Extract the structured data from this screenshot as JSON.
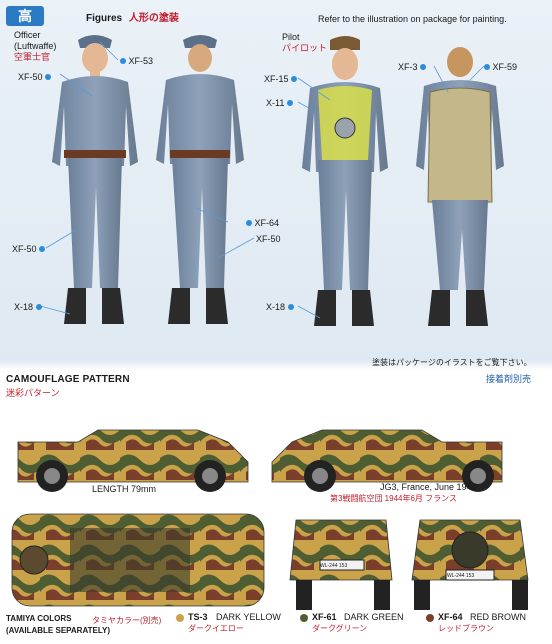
{
  "header": {
    "logo_text": "高",
    "figures_label": "Figures",
    "figures_jp": "人形の塗装",
    "refer_note": "Refer to the illustration on package for painting."
  },
  "officer": {
    "label": "Officer",
    "sub": "(Luftwaffe)",
    "jp": "空軍士官"
  },
  "pilot": {
    "label": "Pilot",
    "jp": "パイロット"
  },
  "callouts": {
    "xf53": "XF-53",
    "xf50_a": "XF-50",
    "xf50_b": "XF-50",
    "xf50_c": "XF-50",
    "x18_a": "X-18",
    "x18_b": "X-18",
    "xf64": "XF-64",
    "xf15": "XF-15",
    "x11": "X-11",
    "xf3": "XF-3",
    "xf59": "XF-59"
  },
  "notes": {
    "jp_paint": "塗装はパッケージのイラストをご覧下さい。",
    "jp_glue": "接着剤別売"
  },
  "camo": {
    "title": "CAMOUFLAGE PATTERN",
    "title_jp": "迷彩パターン",
    "length": "LENGTH 79mm",
    "unit": "JG3, France, June 1944",
    "unit_jp": "第3戦闘航空団  1944年6月 フランス",
    "plate_front": "WL-244 153",
    "plate_rear": "WL-244 153"
  },
  "colors": {
    "title": "TAMIYA COLORS",
    "sub": "(AVAILABLE SEPARATELY)",
    "title_jp": "タミヤカラー(別売)",
    "items": [
      {
        "code": "TS-3",
        "name": "DARK YELLOW",
        "jp": "ダークイエロー",
        "hex": "#c9a24a"
      },
      {
        "code": "XF-61",
        "name": "DARK GREEN",
        "jp": "ダークグリーン",
        "hex": "#4f5d33"
      },
      {
        "code": "XF-64",
        "name": "RED BROWN",
        "jp": "レッドブラウン",
        "hex": "#7a3f2a"
      }
    ]
  },
  "palette": {
    "uniform": "#7f93ad",
    "uniform_dark": "#5c6f88",
    "boot": "#2b2b2b",
    "belt": "#6b3a22",
    "harness": "#d8df4a",
    "callout": "#2a8ddb"
  }
}
